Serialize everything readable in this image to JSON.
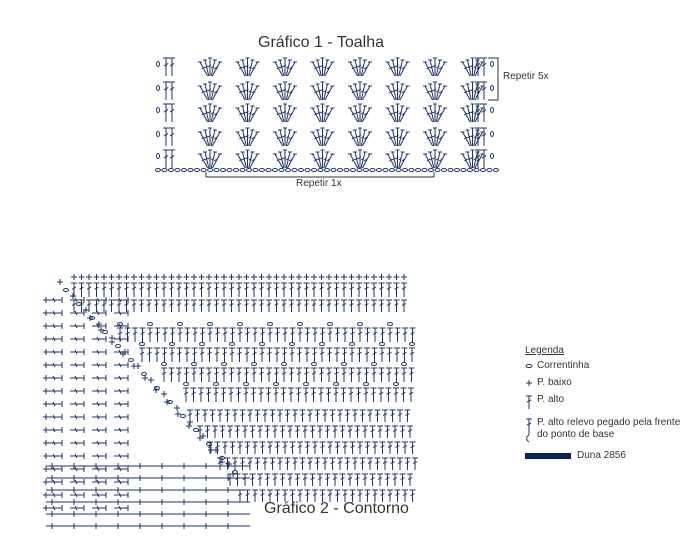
{
  "chart1": {
    "title": "Gráfico 1 - Toalha",
    "repeat_right": "Repetir 5x",
    "repeat_bottom": "Repetir 1x"
  },
  "chart2": {
    "title": "Gráfico 2 - Contorno"
  },
  "legend": {
    "title": "Legenda",
    "items": [
      {
        "symbol": "chain-icon",
        "label": "Correntinha"
      },
      {
        "symbol": "single-crochet-icon",
        "label": "P. baixo"
      },
      {
        "symbol": "double-crochet-icon",
        "label": "P. alto"
      },
      {
        "symbol": "front-post-icon",
        "label": "P. alto relevo pegado pela frente do ponto de base"
      },
      {
        "symbol": "color-swatch",
        "label": "Duna 2856",
        "color": "#0b2358"
      }
    ]
  },
  "colors": {
    "ink": "#1f3566",
    "swatch": "#0b2358"
  }
}
